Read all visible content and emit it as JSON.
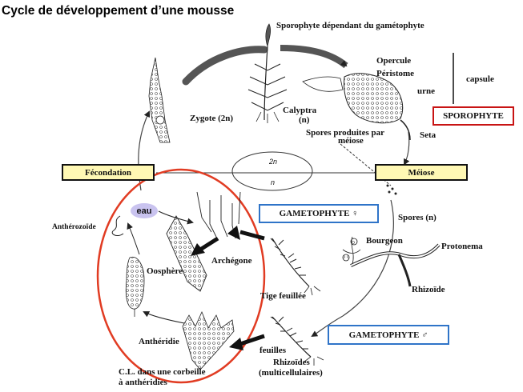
{
  "title": "Cycle de développement d’une mousse",
  "labels": {
    "sporophyte_dependant": "Sporophyte dépendant du gamétophyte",
    "opercule": "Opercule",
    "peristome": "Péristome",
    "urne": "urne",
    "capsule": "capsule",
    "zygote": "Zygote (2n)",
    "calyptra_1": "Calyptra",
    "calyptra_2": "(n)",
    "spores_meiose_1": "Spores produites par",
    "spores_meiose_2": "méiose",
    "seta": "Seta",
    "ploidy_2n": "2n",
    "ploidy_n": "n",
    "spores_n": "Spores (n)",
    "bourgeon": "Bourgeon",
    "protonema": "Protonema",
    "rhizoide": "Rhizoïde",
    "antherozoide": "Anthérozoïde",
    "oosphere": "Oosphère",
    "archegone": "Archégone",
    "tige_feuillee": "Tige feuillée",
    "antheridie": "Anthéridie",
    "feuilles": "feuilles",
    "rhizoides_1": "Rhizoïdes",
    "rhizoides_2": "(multicellulaires)",
    "cl_1": "C.L. dans une corbeille",
    "cl_2": "à anthéridies"
  },
  "boxes": {
    "sporophyte": "SPOROPHYTE",
    "fecondation": "Fécondation",
    "meiose": "Méiose",
    "gametophyte_female": "GAMETOPHYTE ♀",
    "gametophyte_male": "GAMETOPHYTE ♂",
    "eau": "eau"
  },
  "colors": {
    "yellow_box": "#fff8b4",
    "blue_border": "#2f74c8",
    "red_border": "#c81414",
    "eau_bubble": "#c9c3ef"
  }
}
